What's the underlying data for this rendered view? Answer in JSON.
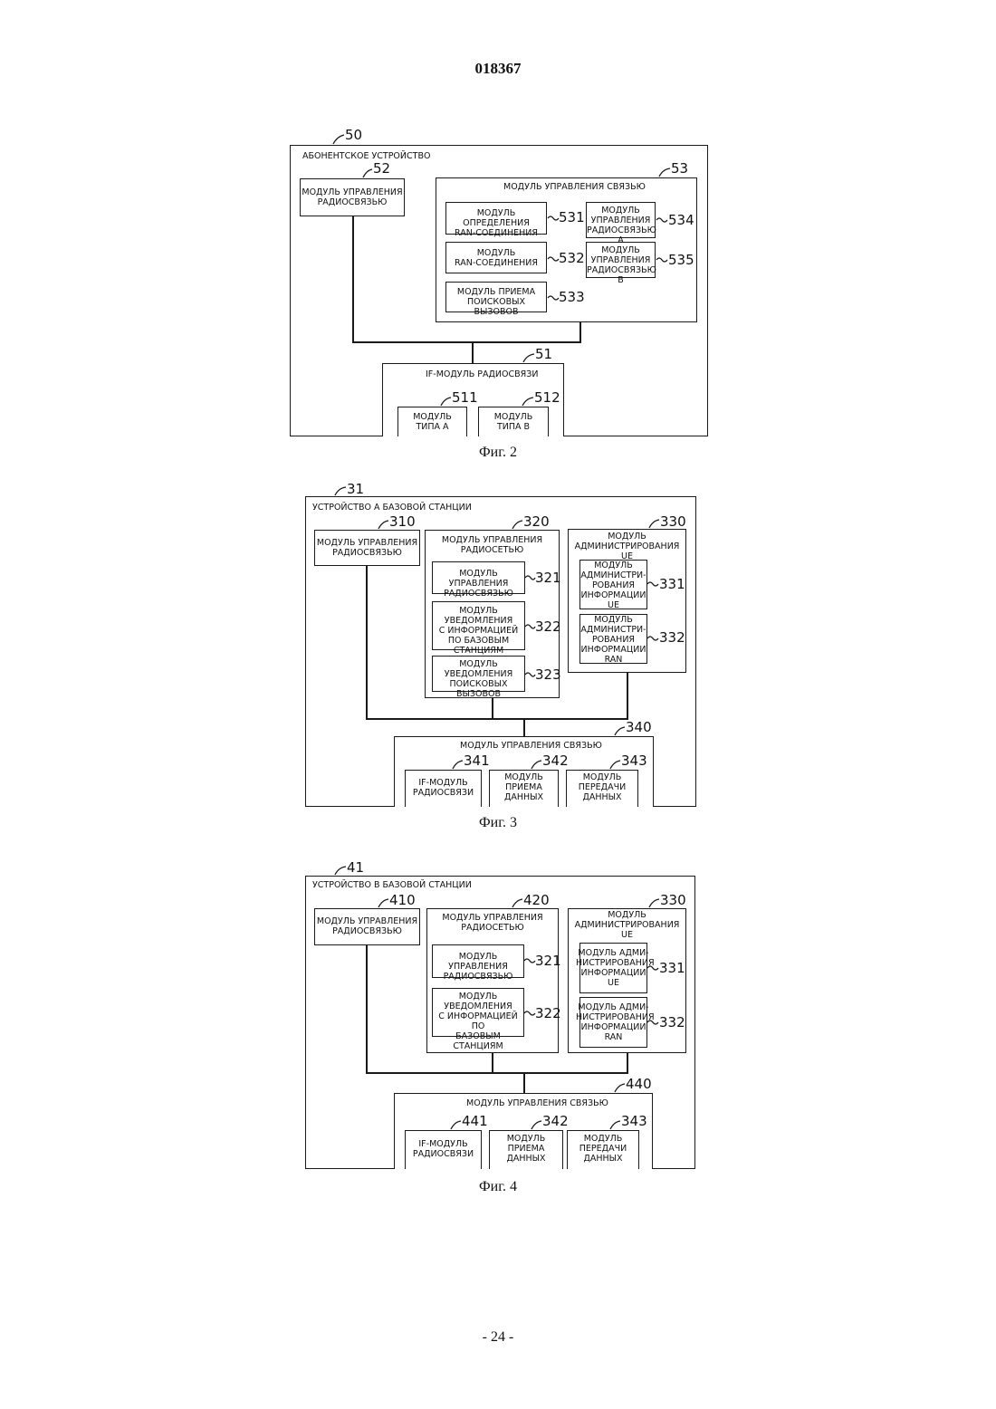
{
  "doc_number": "018367",
  "page_number": "- 24 -",
  "fig2": {
    "caption": "Фиг. 2",
    "ref_device": "50",
    "device_title": "АБОНЕНТСКОЕ УСТРОЙСТВО",
    "ref_radio_ctrl": "52",
    "radio_ctrl": "МОДУЛЬ УПРАВЛЕНИЯ\nРАДИОСВЯЗЬЮ",
    "ref_comm_ctrl": "53",
    "comm_ctrl_title": "МОДУЛЬ УПРАВЛЕНИЯ СВЯЗЬЮ",
    "ran_determine": "МОДУЛЬ ОПРЕДЕЛЕНИЯ\nRAN-СОЕДИНЕНИЯ",
    "ref_ran_determine": "531",
    "ran_connect": "МОДУЛЬ\nRAN-СОЕДИНЕНИЯ",
    "ref_ran_connect": "532",
    "paging_receive": "МОДУЛЬ ПРИЕМА\nПОИСКОВЫХ ВЫЗОВОВ",
    "ref_paging_receive": "533",
    "radio_ctrl_a": "МОДУЛЬ\nУПРАВЛЕНИЯ\nРАДИОСВЯЗЬЮ А",
    "ref_radio_ctrl_a": "534",
    "radio_ctrl_b": "МОДУЛЬ\nУПРАВЛЕНИЯ\nРАДИОСВЯЗЬЮ В",
    "ref_radio_ctrl_b": "535",
    "ref_if": "51",
    "if_title": "IF-МОДУЛЬ РАДИОСВЯЗИ",
    "ref_type_a": "511",
    "type_a": "МОДУЛЬ\nТИПА А",
    "ref_type_b": "512",
    "type_b": "МОДУЛЬ\nТИПА В"
  },
  "fig3": {
    "caption": "Фиг. 3",
    "ref_device": "31",
    "device_title": "УСТРОЙСТВО А БАЗОВОЙ СТАНЦИИ",
    "ref_radio_ctrl": "310",
    "radio_ctrl": "МОДУЛЬ УПРАВЛЕНИЯ\nРАДИОСВЯЗЬЮ",
    "ref_net_ctrl": "320",
    "net_ctrl_title": "МОДУЛЬ УПРАВЛЕНИЯ\nРАДИОСЕТЬЮ",
    "sub_radio_ctrl": "МОДУЛЬ УПРАВЛЕНИЯ\nРАДИОСВЯЗЬЮ",
    "ref_sub_radio_ctrl": "321",
    "bs_notify": "МОДУЛЬ УВЕДОМЛЕНИЯ\nС ИНФОРМАЦИЕЙ\nПО БАЗОВЫМ\nСТАНЦИЯМ",
    "ref_bs_notify": "322",
    "paging_notify": "МОДУЛЬ УВЕДОМЛЕНИЯ\nПОИСКОВЫХ\nВЫЗОВОВ",
    "ref_paging_notify": "323",
    "ref_ue_admin": "330",
    "ue_admin_title": "МОДУЛЬ\nАДМИНИСТРИРОВАНИЯ UE",
    "ue_info_admin": "МОДУЛЬ\nАДМИНИСТРИ-\nРОВАНИЯ\nИНФОРМАЦИИ\nUE",
    "ref_ue_info_admin": "331",
    "ran_info_admin": "МОДУЛЬ\nАДМИНИСТРИ-\nРОВАНИЯ\nИНФОРМАЦИИ\nRAN",
    "ref_ran_info_admin": "332",
    "ref_comm_ctrl": "340",
    "comm_ctrl_title": "МОДУЛЬ УПРАВЛЕНИЯ СВЯЗЬЮ",
    "ref_if": "341",
    "if_module": "IF-МОДУЛЬ\nРАДИОСВЯЗИ",
    "ref_data_rx": "342",
    "data_rx": "МОДУЛЬ\nПРИЕМА\nДАННЫХ",
    "ref_data_tx": "343",
    "data_tx": "МОДУЛЬ\nПЕРЕДАЧИ\nДАННЫХ"
  },
  "fig4": {
    "caption": "Фиг. 4",
    "ref_device": "41",
    "device_title": "УСТРОЙСТВО В БАЗОВОЙ СТАНЦИИ",
    "ref_radio_ctrl": "410",
    "radio_ctrl": "МОДУЛЬ УПРАВЛЕНИЯ\nРАДИОСВЯЗЬЮ",
    "ref_net_ctrl": "420",
    "net_ctrl_title": "МОДУЛЬ УПРАВЛЕНИЯ\nРАДИОСЕТЬЮ",
    "sub_radio_ctrl": "МОДУЛЬ УПРАВЛЕНИЯ\nРАДИОСВЯЗЬЮ",
    "ref_sub_radio_ctrl": "321",
    "bs_notify": "МОДУЛЬ\nУВЕДОМЛЕНИЯ\nС ИНФОРМАЦИЕЙ ПО\nБАЗОВЫМ СТАНЦИЯМ",
    "ref_bs_notify": "322",
    "ref_ue_admin": "330",
    "ue_admin_title": "МОДУЛЬ\nАДМИНИСТРИРОВАНИЯ UE",
    "ue_info_admin": "МОДУЛЬ АДМИ-\nНИСТРИРОВАНИЯ\nИНФОРМАЦИИ\nUE",
    "ref_ue_info_admin": "331",
    "ran_info_admin": "МОДУЛЬ АДМИ-\nНИСТРИРОВАНИЯ\nИНФОРМАЦИИ\nRAN",
    "ref_ran_info_admin": "332",
    "ref_comm_ctrl": "440",
    "comm_ctrl_title": "МОДУЛЬ УПРАВЛЕНИЯ СВЯЗЬЮ",
    "ref_if": "441",
    "if_module": "IF-МОДУЛЬ\nРАДИОСВЯЗИ",
    "ref_data_rx": "342",
    "data_rx": "МОДУЛЬ\nПРИЕМА\nДАННЫХ",
    "ref_data_tx": "343",
    "data_tx": "МОДУЛЬ\nПЕРЕДАЧИ\nДАННЫХ"
  }
}
